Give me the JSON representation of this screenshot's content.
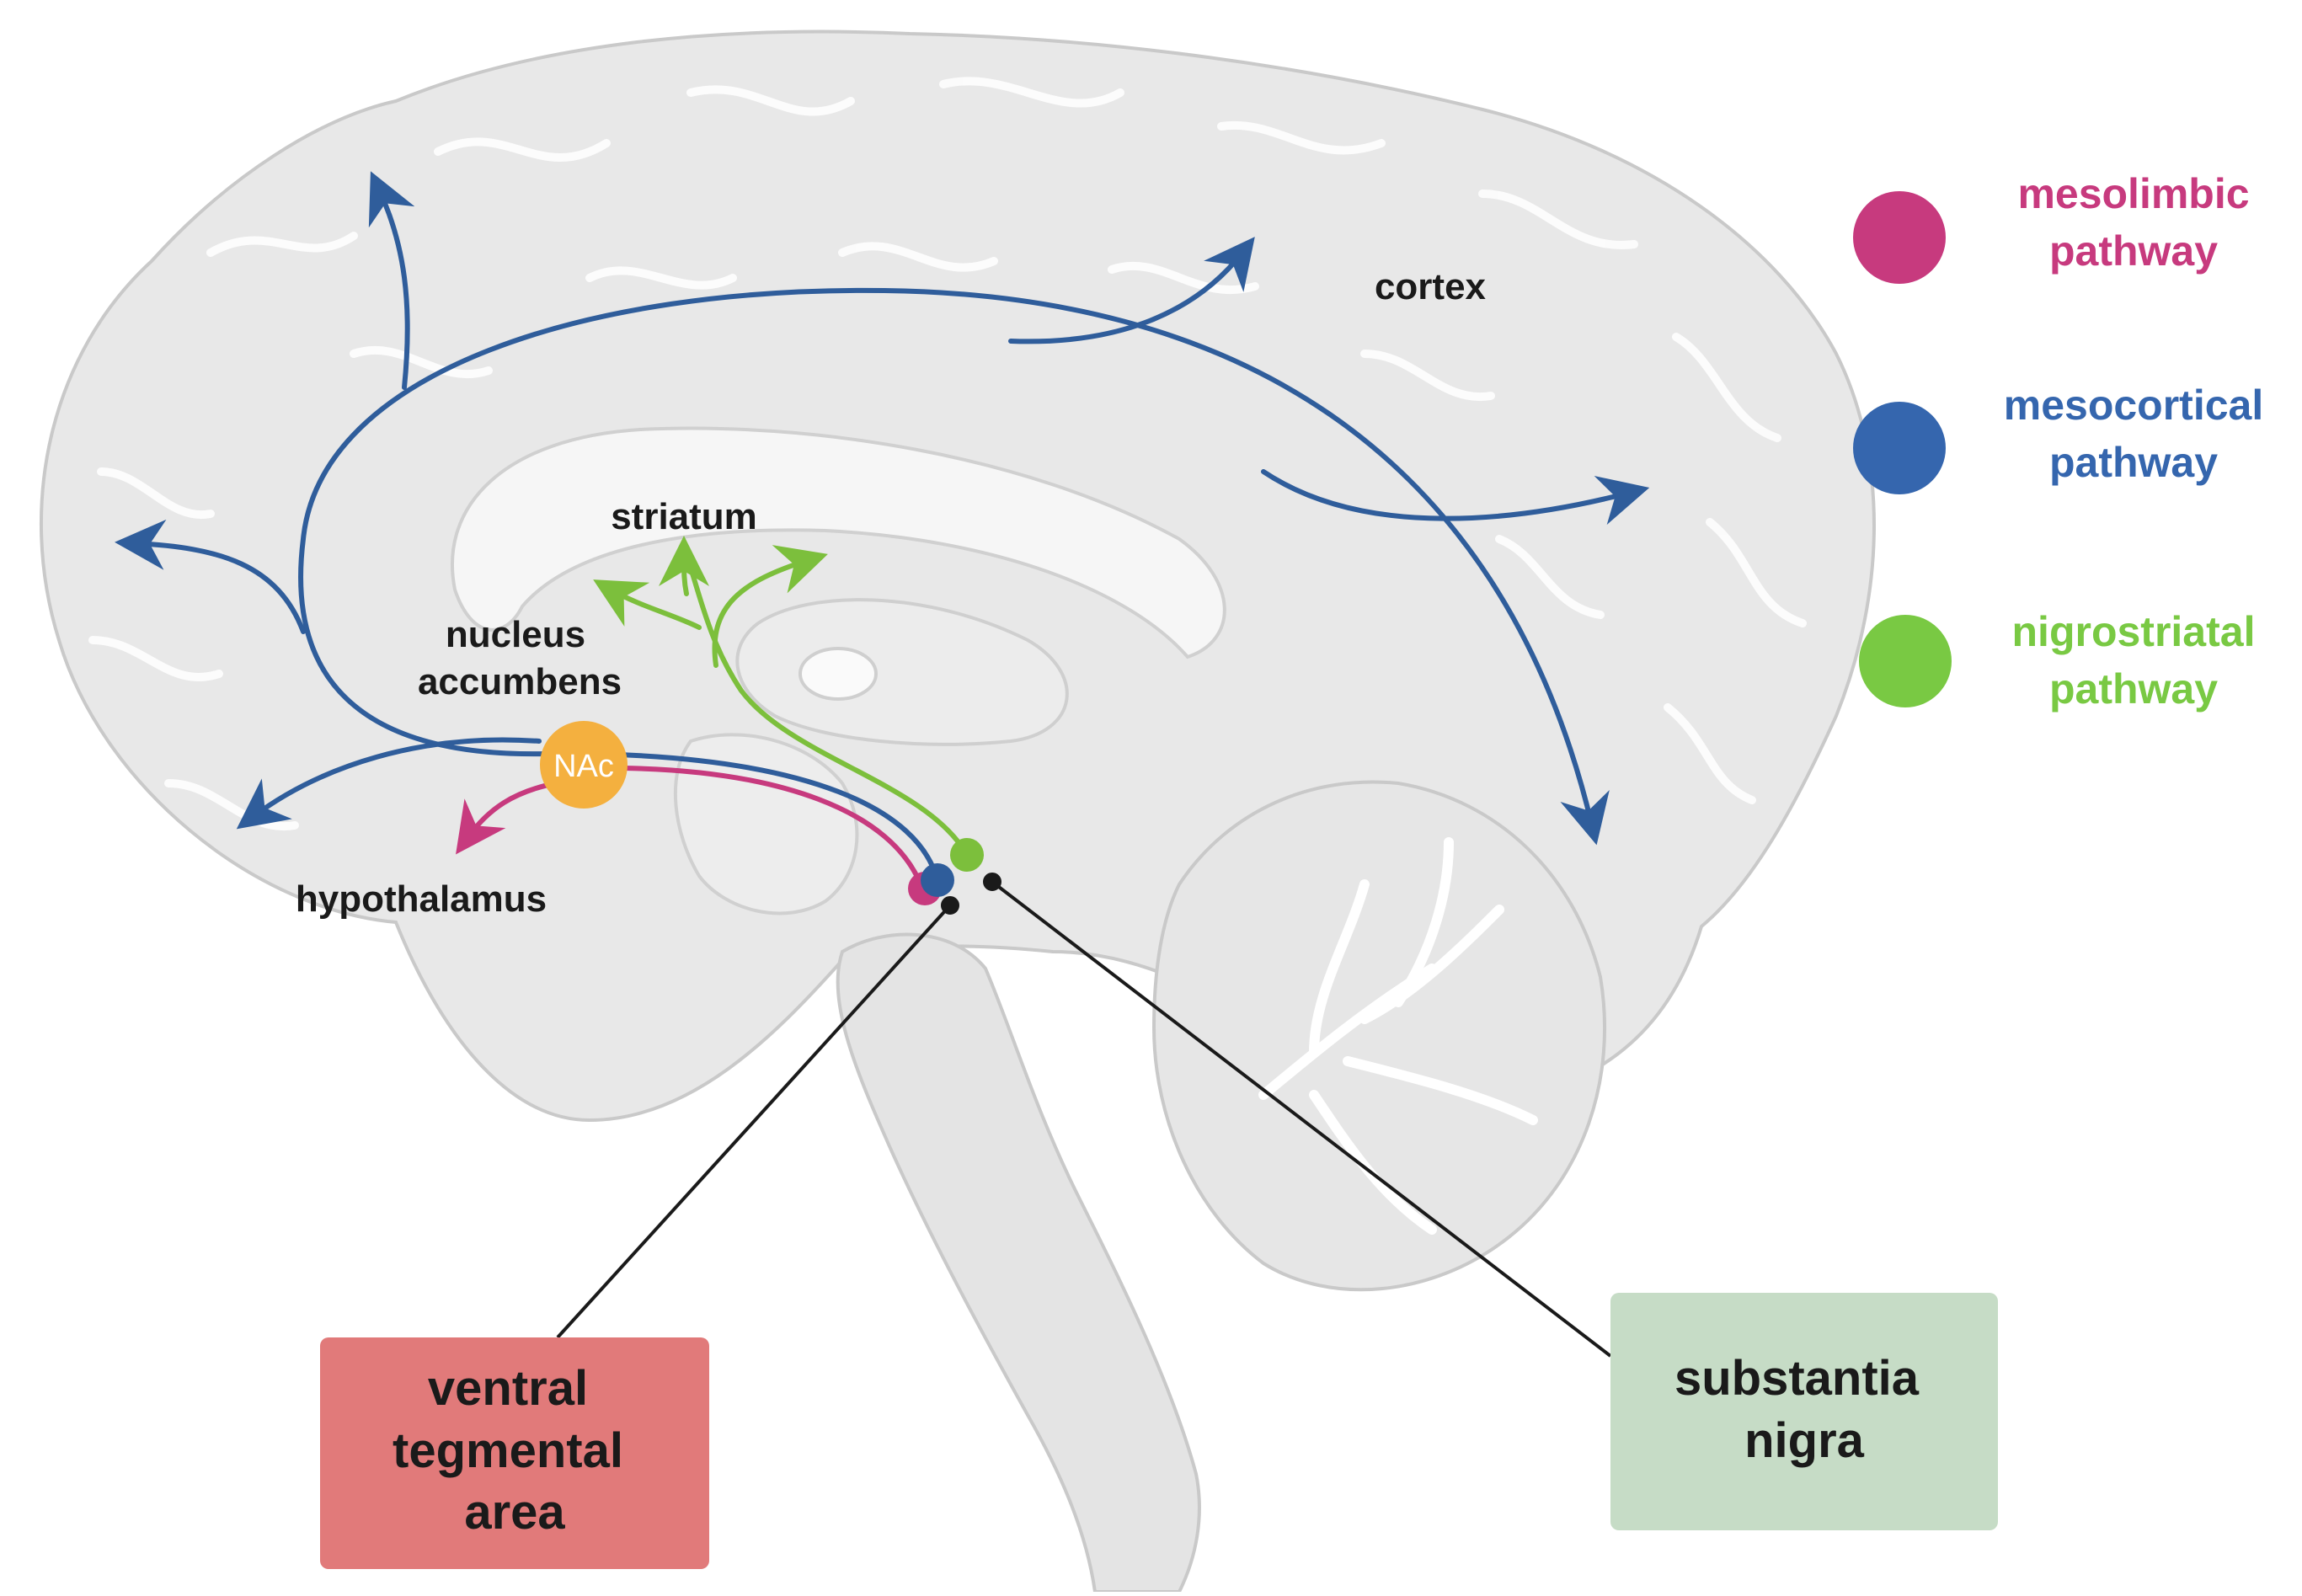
{
  "labels": {
    "cortex": "cortex",
    "striatum": "striatum",
    "nucleus_accumbens_line1": "nucleus",
    "nucleus_accumbens_line2": "accumbens",
    "nac": "NAc",
    "hypothalamus": "hypothalamus"
  },
  "legend": [
    {
      "line1": "mesolimbic",
      "line2": "pathway",
      "color": "#c73a7e"
    },
    {
      "line1": "mesocortical",
      "line2": "pathway",
      "color": "#3566ae"
    },
    {
      "line1": "nigrostriatal",
      "line2": "pathway",
      "color": "#79c943"
    }
  ],
  "callouts": {
    "vta": {
      "line1": "ventral",
      "line2": "tegmental",
      "line3": "area",
      "color": "#e17a7a"
    },
    "sn": {
      "line1": "substantia",
      "line2": "nigra",
      "color": "#c6dcc6"
    }
  },
  "colors": {
    "mesolimbic": "#c73a7e",
    "mesocortical": "#2f5d9b",
    "nigrostriatal": "#7cbf3c",
    "nac_fill": "#f4b03f",
    "brain_fill": "#e8e8e8",
    "brain_stroke": "#c9c9c9",
    "inner_fill": "#f6f6f6"
  }
}
